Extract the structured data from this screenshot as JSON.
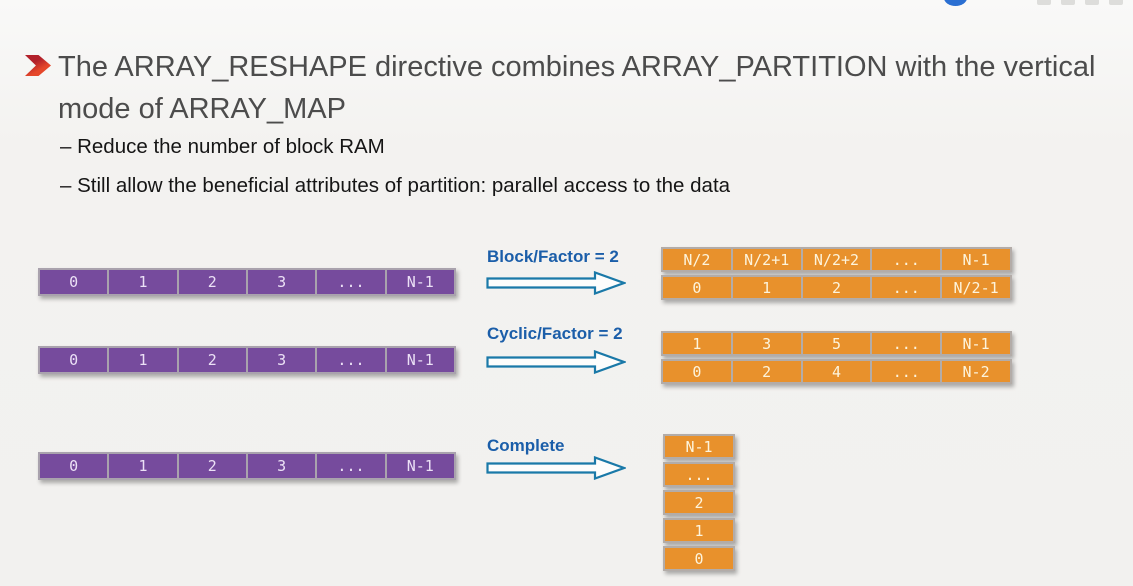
{
  "title": {
    "text": "The ARRAY_RESHAPE directive combines ARRAY_PARTITION with the vertical mode of ARRAY_MAP"
  },
  "bullets": [
    {
      "label": "– Reduce the number of block RAM"
    },
    {
      "label": "– Still allow the beneficial attributes of partition: parallel access to the data"
    }
  ],
  "diagram": {
    "rows": [
      {
        "label": "Block/Factor = 2",
        "source": [
          "0",
          "1",
          "2",
          "3",
          "...",
          "N-1"
        ],
        "result": {
          "type": "table",
          "rows": [
            [
              "N/2",
              "N/2+1",
              "N/2+2",
              "...",
              "N-1"
            ],
            [
              "0",
              "1",
              "2",
              "...",
              "N/2-1"
            ]
          ]
        }
      },
      {
        "label": "Cyclic/Factor = 2",
        "source": [
          "0",
          "1",
          "2",
          "3",
          "...",
          "N-1"
        ],
        "result": {
          "type": "table",
          "rows": [
            [
              "1",
              "3",
              "5",
              "...",
              "N-1"
            ],
            [
              "0",
              "2",
              "4",
              "...",
              "N-2"
            ]
          ]
        }
      },
      {
        "label": "Complete",
        "source": [
          "0",
          "1",
          "2",
          "3",
          "...",
          "N-1"
        ],
        "result": {
          "type": "stack",
          "cells": [
            "N-1",
            "...",
            "2",
            "1",
            "0"
          ]
        }
      }
    ],
    "colors": {
      "source_fill": "#764b9d",
      "result_fill": "#e8912c",
      "cell_border_gray": "#aba5aa",
      "label_blue": "#1b5ea9",
      "arrow_outline": "#1a79a8",
      "bullet_red": "#c32a2a",
      "title_gray": "#4c4c4c",
      "background": "#f2f1ef"
    }
  }
}
